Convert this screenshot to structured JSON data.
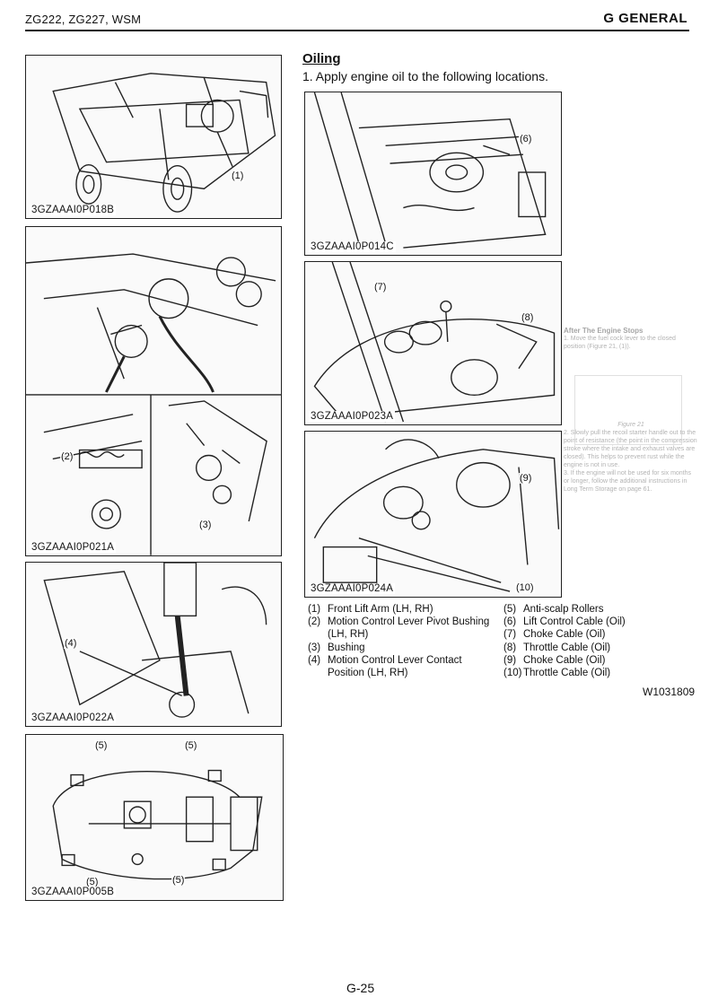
{
  "header": {
    "left": "ZG222, ZG227, WSM",
    "right": "G  GENERAL"
  },
  "section": {
    "title": "Oiling",
    "step": "1.  Apply engine oil to the following locations."
  },
  "figures": {
    "f1": {
      "code": "3GZAAAI0P018B",
      "callouts": [
        "(1)"
      ]
    },
    "f2": {
      "code": "3GZAAAI0P021A",
      "callouts": [
        "(2)",
        "(3)"
      ]
    },
    "f3": {
      "code": "3GZAAAI0P022A",
      "callouts": [
        "(4)"
      ]
    },
    "f4": {
      "code": "3GZAAAI0P005B",
      "callouts": [
        "(5)",
        "(5)",
        "(5)",
        "(5)"
      ]
    },
    "f5": {
      "code": "3GZAAAI0P014C",
      "callouts": [
        "(6)"
      ]
    },
    "f6": {
      "code": "3GZAAAI0P023A",
      "callouts": [
        "(7)",
        "(8)"
      ]
    },
    "f7": {
      "code": "3GZAAAI0P024A",
      "callouts": [
        "(9)",
        "(10)"
      ]
    }
  },
  "legend": {
    "left": [
      {
        "num": "(1)",
        "text": "Front Lift Arm (LH, RH)"
      },
      {
        "num": "(2)",
        "text": "Motion Control Lever Pivot Bushing",
        "cont": "(LH, RH)"
      },
      {
        "num": "(3)",
        "text": "Bushing"
      },
      {
        "num": "(4)",
        "text": "Motion Control Lever Contact",
        "cont": "Position (LH, RH)"
      }
    ],
    "right": [
      {
        "num": "(5)",
        "text": "Anti-scalp Rollers"
      },
      {
        "num": "(6)",
        "text": "Lift Control Cable (Oil)"
      },
      {
        "num": "(7)",
        "text": "Choke Cable (Oil)"
      },
      {
        "num": "(8)",
        "text": "Throttle Cable (Oil)"
      },
      {
        "num": "(9)",
        "text": "Choke Cable (Oil)"
      },
      {
        "num": "(10)",
        "text": "Throttle Cable (Oil)"
      }
    ]
  },
  "doc_code": "W1031809",
  "page_number": "G-25",
  "overlay": {
    "title": "After The Engine Stops",
    "line1": "1. Move the fuel cock lever to the closed position (Figure 21, (1)).",
    "caption": "Figure 21",
    "line2": "2. Slowly pull the recoil starter handle out to the point of resistance (the point in the compression stroke where the intake and exhaust valves are closed). This helps to prevent rust while the engine is not in use.",
    "line3": "3. If the engine will not be used for six months or longer, follow the additional instructions in Long Term Storage on page 61."
  }
}
